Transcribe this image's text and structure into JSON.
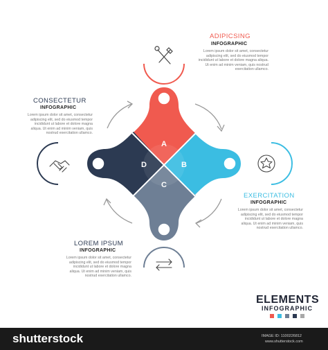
{
  "sections": {
    "top": {
      "title": "ADIPICSING",
      "subtitle": "INFOGRAPHIC",
      "icon": "tools-icon",
      "body": "Lorem ipsum dolor sit amet, consectetur adipiscing elit, sed do eiusmod tempor incididunt ut labore et dolore magna aliqua. Ut enim ad minim veniam, quis nostrud exercitation ullamco."
    },
    "left": {
      "title": "CONSECTETUR",
      "subtitle": "INFOGRAPHIC",
      "icon": "handshake-icon",
      "body": "Lorem ipsum dolor sit amet, consectetur adipiscing elit, sed do eiusmod tempor incididunt ut labore et dolore magna aliqua. Ut enim ad minim veniam, quis nostrud exercitation ullamco."
    },
    "right": {
      "title": "EXERCITATION",
      "subtitle": "INFOGRAPHIC",
      "icon": "star-badge-icon",
      "body": "Lorem ipsum dolor sit amet, consectetur adipiscing elit, sed do eiusmod tempor incididunt ut labore et dolore magna aliqua. Ut enim ad minim veniam, quis nostrud exercitation ullamco."
    },
    "bottom": {
      "title": "LOREM IPSUM",
      "subtitle": "INFOGRAPHIC",
      "icon": "exchange-arrows-icon",
      "body": "Lorem ipsum dolor sit amet, consectetur adipiscing elit, sed do eiusmod tempor incididunt ut labore et dolore magna aliqua. Ut enim ad minim veniam, quis nostrud exercitation ullamco."
    }
  },
  "segments": {
    "a": "A",
    "b": "B",
    "c": "C",
    "d": "D"
  },
  "colors": {
    "red": "#f05a4f",
    "blue": "#3bbde2",
    "navy": "#2c3a52",
    "slate": "#6e7f95"
  },
  "branding": {
    "elements_title": "ELEMENTS",
    "elements_subtitle": "INFOGRAPHIC",
    "swatches": [
      "#f05a4f",
      "#3bbde2",
      "#6e7f95",
      "#2c3a52",
      "#a8a8a8"
    ]
  },
  "footer": {
    "logo": "shutterstock",
    "image_id": "IMAGE ID: 1100226812",
    "site": "www.shutterstock.com"
  }
}
